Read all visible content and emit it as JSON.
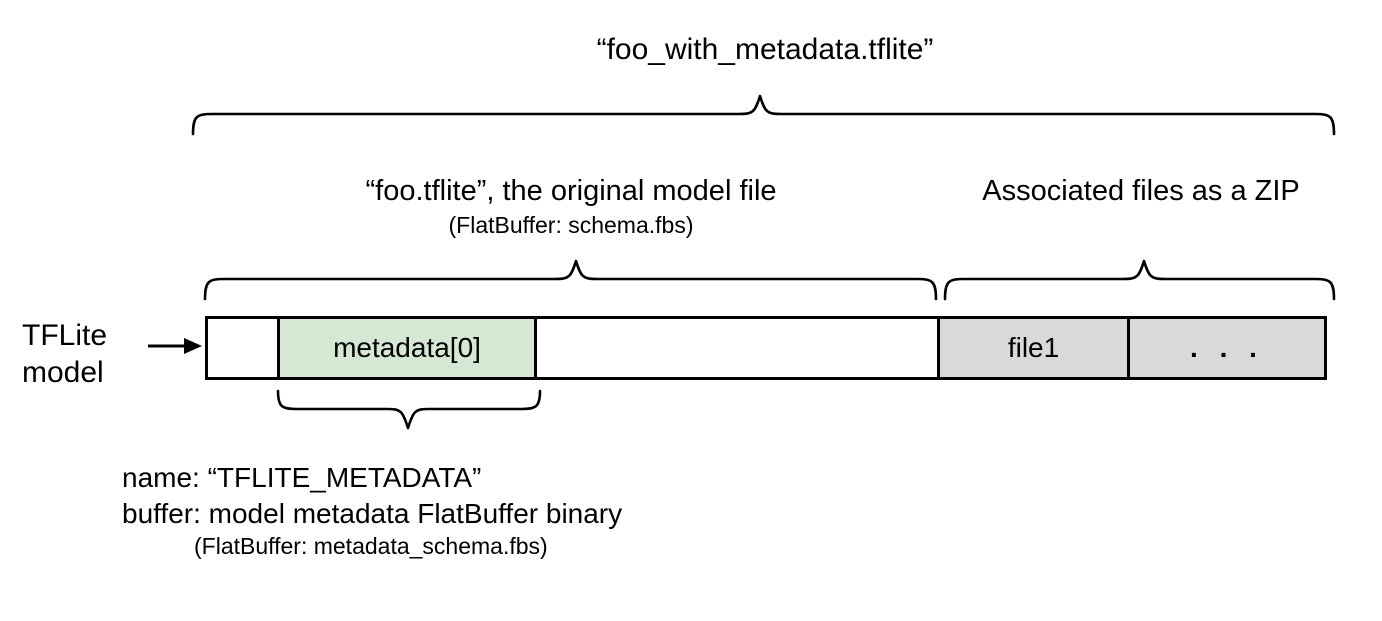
{
  "diagram": {
    "title": "“foo_with_metadata.tflite”",
    "left_label_line1": "TFLite",
    "left_label_line2": "model",
    "sections": [
      {
        "name": "original-model-file",
        "label": "“foo.tflite”, the original model file",
        "sublabel": "(FlatBuffer: schema.fbs)"
      },
      {
        "name": "associated-files-zip",
        "label": "Associated files as a ZIP",
        "sublabel": ""
      }
    ],
    "bar_cells": [
      {
        "name": "empty-leading-cell",
        "label": "",
        "fill": "#ffffff"
      },
      {
        "name": "metadata-cell",
        "label": "metadata[0]",
        "fill": "#d5e8d4"
      },
      {
        "name": "model-body-cell",
        "label": "",
        "fill": "#ffffff"
      },
      {
        "name": "file1-cell",
        "label": "file1",
        "fill": "#d9d9d9"
      },
      {
        "name": "more-files-cell",
        "label": ". . .",
        "fill": "#d9d9d9"
      }
    ],
    "metadata_note": {
      "line1": "name: “TFLITE_METADATA”",
      "line2": "buffer: model metadata FlatBuffer binary",
      "line3": "(FlatBuffer: metadata_schema.fbs)"
    },
    "colors": {
      "metadata_fill": "#d5e8d4",
      "zip_fill": "#d9d9d9",
      "stroke": "#000000",
      "background": "#ffffff"
    }
  }
}
